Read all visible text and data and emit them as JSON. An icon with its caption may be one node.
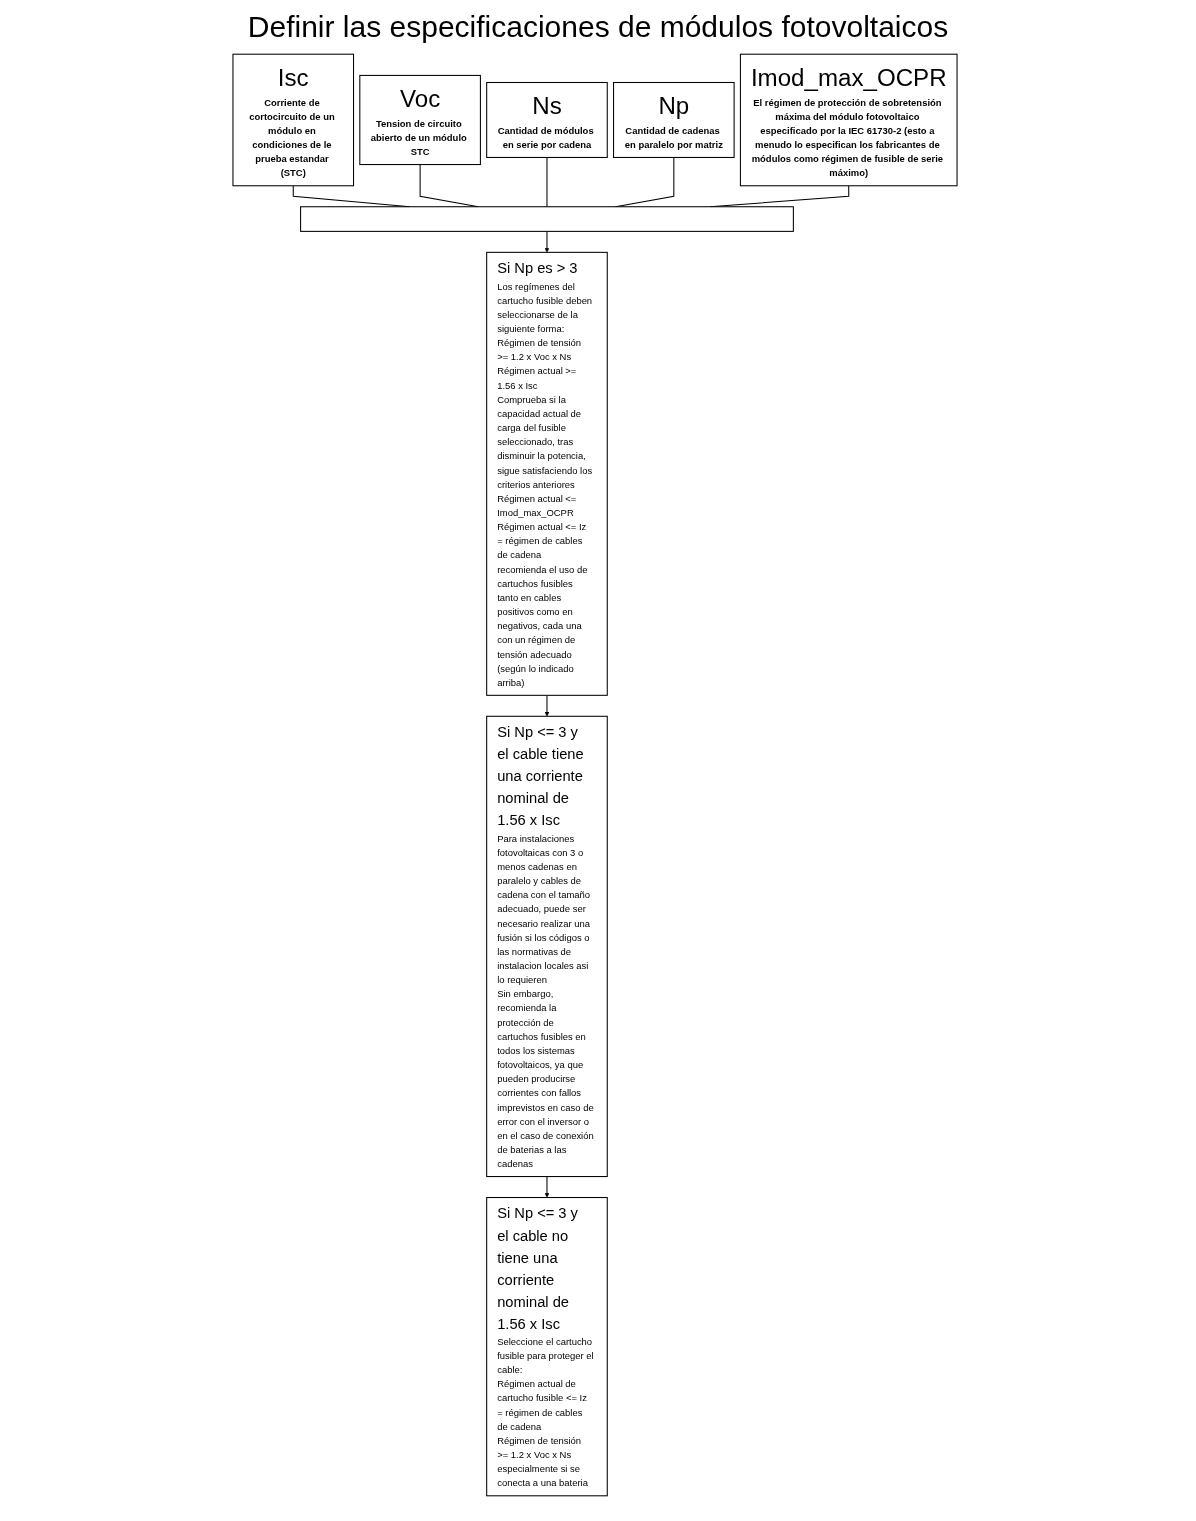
{
  "diagram": {
    "title": "Definir las especificaciones de módulos fotovoltaicos",
    "nodes": [
      {
        "text": [
          "Isc",
          "Corriente de cortocircuito de un módulo en condiciones de le prueba estandar (STC)"
        ]
      },
      {
        "text": [
          "Voc",
          "Tension de circuito abierto de un módulo STC"
        ]
      },
      {
        "text": [
          "Ns",
          "Cantidad de módulos en serie por cadena"
        ]
      },
      {
        "text": [
          "Np",
          "Cantidad de cadenas en paralelo por matriz"
        ]
      },
      {
        "text": [
          "Imod_max_OCPR",
          "El régimen de protección de sobretensión máxima del módulo fotovoltaico especificado por la IEC 61730-2 (esto a menudo lo especifican los fabricantes de módulos como régimen de fusible de serie máximo)"
        ]
      },
      {
        "text": [],
        "shape": "bar"
      },
      {
        "text": [
          "Si Np es > 3",
          "Los regímenes del cartucho fusible deben seleccionarse de la siguiente forma:",
          "Régimen de tensión >= 1.2 x Voc x Ns",
          "Régimen actual >= 1.56 x Isc",
          "Comprueba si la capacidad actual de carga del fusible seleccionado, tras disminuir la potencia, sigue satisfaciendo los criterios anteriores",
          "Régimen actual <= Imod_max_OCPR",
          "Régimen actual <= Iz = régimen de cables de cadena",
          "recomienda el uso de cartuchos fusibles tanto en cables positivos como en negativos, cada una con un régimen de tensión adecuado (según lo indicado arriba)"
        ]
      },
      {
        "text": [
          "Si Np <= 3 y el cable tiene una corriente nominal de 1.56 x Isc",
          "Para instalaciones fotovoltaicas con 3 o menos cadenas en paralelo y cables de cadena con el tamaño adecuado, puede ser necesario realizar una fusión si los códigos o las normativas de instalacion locales asi lo requieren",
          "Sin embargo, recomienda la protección de cartuchos fusibles en todos los sistemas fotovoltaicos, ya que pueden producirse corrientes con fallos imprevistos en caso de error con el inversor o en el caso de conexión de baterias a las cadenas"
        ]
      },
      {
        "text": [
          "Si Np <= 3 y el cable no tiene una corriente nominal de 1.56 x Isc",
          "Seleccione el cartucho fusible para proteger el cable:",
          "Régimen actual de cartucho fusible <= Iz = régimen de cables de cadena",
          "Régimen de tensión >= 1.2 x Voc x Ns especialmente si se conecta a una bateria"
        ]
      }
    ],
    "edges": [
      {
        "from": 0,
        "to": 5,
        "arrow": "none"
      },
      {
        "from": 1,
        "to": 5,
        "arrow": "none"
      },
      {
        "from": 2,
        "to": 5,
        "arrow": "none"
      },
      {
        "from": 3,
        "to": 5,
        "arrow": "none"
      },
      {
        "from": 4,
        "to": 5,
        "arrow": "none"
      },
      {
        "from": 5,
        "to": 6,
        "arrow": "to"
      },
      {
        "from": 6,
        "to": 7,
        "arrow": "to"
      },
      {
        "from": 7,
        "to": 8,
        "arrow": "to"
      }
    ]
  }
}
